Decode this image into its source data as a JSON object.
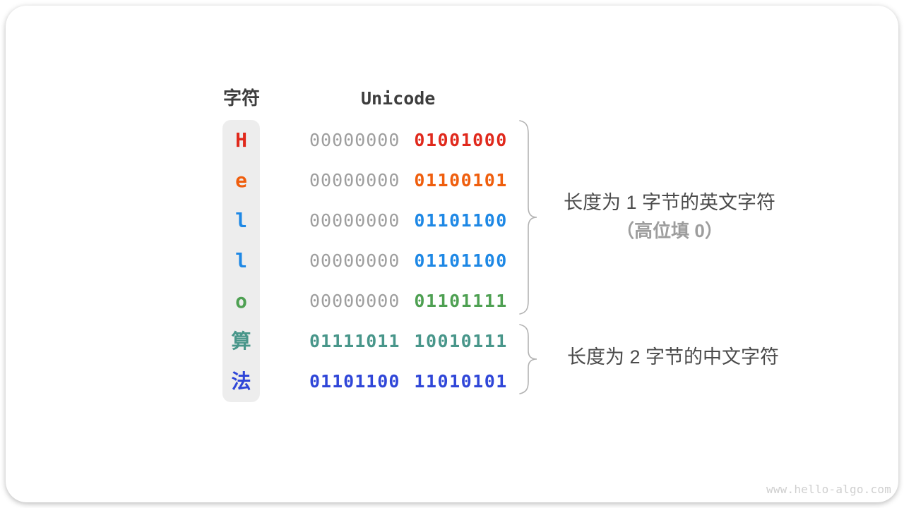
{
  "table": {
    "headers": {
      "char": "字符",
      "unicode": "Unicode"
    },
    "rows": [
      {
        "char": "H",
        "color": "#e0291c",
        "byte1": "00000000",
        "byte1_color": "#9e9e9e",
        "byte1_weight": "400",
        "byte2": "01001000"
      },
      {
        "char": "e",
        "color": "#ef5e0d",
        "byte1": "00000000",
        "byte1_color": "#9e9e9e",
        "byte1_weight": "400",
        "byte2": "01100101"
      },
      {
        "char": "l",
        "color": "#1e88e5",
        "byte1": "00000000",
        "byte1_color": "#9e9e9e",
        "byte1_weight": "400",
        "byte2": "01101100"
      },
      {
        "char": "l",
        "color": "#1e88e5",
        "byte1": "00000000",
        "byte1_color": "#9e9e9e",
        "byte1_weight": "400",
        "byte2": "01101100"
      },
      {
        "char": "o",
        "color": "#4ea052",
        "byte1": "00000000",
        "byte1_color": "#9e9e9e",
        "byte1_weight": "400",
        "byte2": "01101111"
      },
      {
        "char": "算",
        "color": "#48968a",
        "byte1": "01111011",
        "byte1_color": "#48968a",
        "byte1_weight": "700",
        "byte2": "10010111"
      },
      {
        "char": "法",
        "color": "#2f46d8",
        "byte1": "01101100",
        "byte1_color": "#2f46d8",
        "byte1_weight": "700",
        "byte2": "11010101"
      }
    ]
  },
  "annotations": {
    "english": {
      "line1": "长度为 1 字节的英文字符",
      "line2": "（高位填 0）"
    },
    "chinese": {
      "line1": "长度为 2 字节的中文字符"
    }
  },
  "watermark": "www.hello-algo.com",
  "palette": {
    "heading": "#3d3d3d",
    "column_bg": "#ededed",
    "muted_byte": "#9e9e9e",
    "annotation_text": "#4b4b4b",
    "annotation_sub": "#9d9d9d",
    "brace": "#b3b3b3",
    "watermark": "#cfcfcf"
  }
}
